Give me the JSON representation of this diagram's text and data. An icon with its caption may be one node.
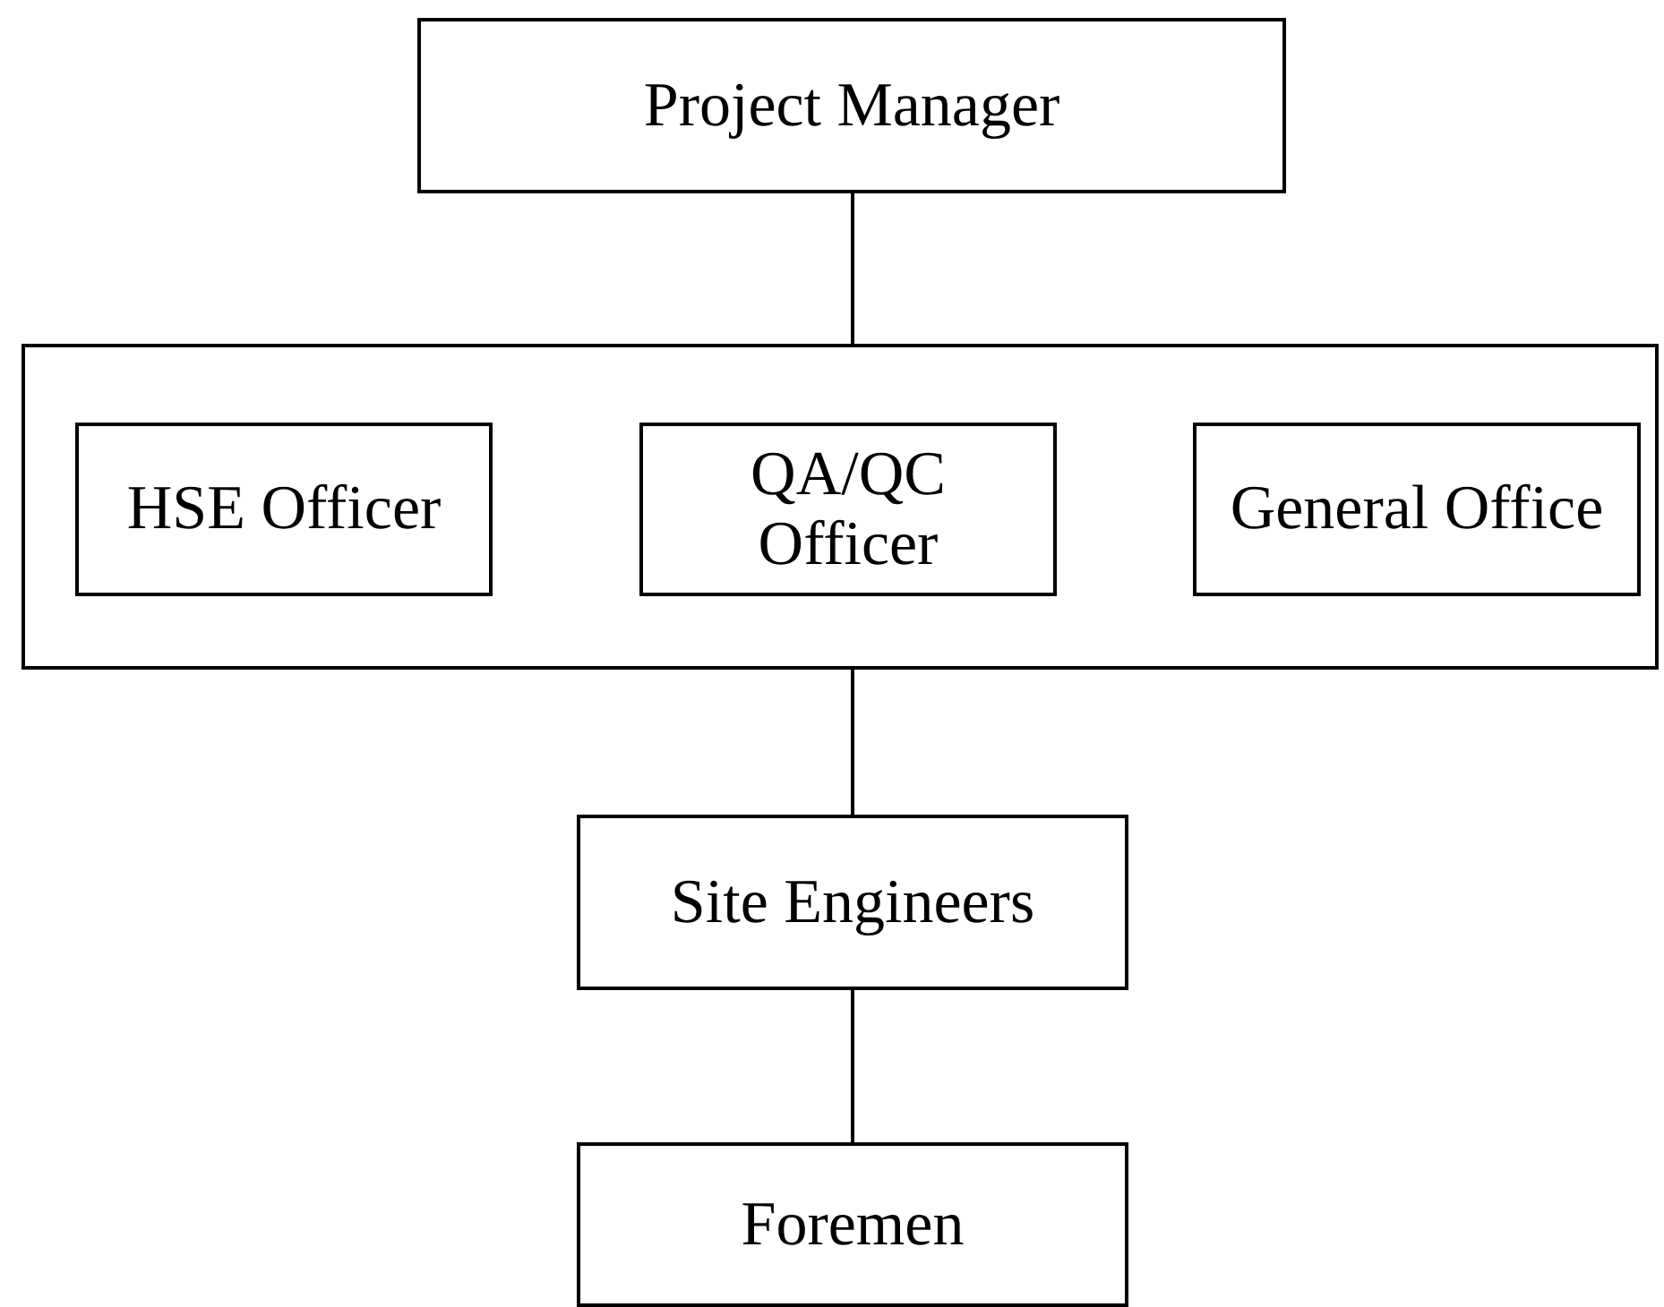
{
  "diagram": {
    "nodes": [
      {
        "text": [
          "Project Manager"
        ]
      },
      {
        "text": [],
        "shape": "box"
      },
      {
        "text": [
          "HSE Officer"
        ],
        "in": 1
      },
      {
        "text": [
          "QA/QC Officer"
        ],
        "in": 1
      },
      {
        "text": [
          "General Office"
        ],
        "in": 1
      },
      {
        "text": [
          "Site Engineers"
        ]
      },
      {
        "text": [
          "Foremen"
        ]
      }
    ],
    "edges": [
      {
        "from": 0,
        "to": 1,
        "arrow": "none"
      },
      {
        "from": 1,
        "to": 5,
        "arrow": "none"
      },
      {
        "from": 5,
        "to": 6,
        "arrow": "none"
      }
    ]
  }
}
